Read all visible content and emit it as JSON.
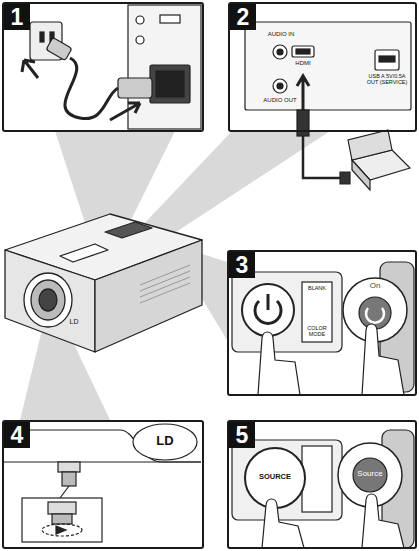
{
  "diagram": {
    "nodes": [
      {
        "text": [
          "1"
        ]
      },
      {
        "text": [
          "2"
        ]
      },
      {
        "text": [
          "3"
        ]
      },
      {
        "text": [
          "4"
        ]
      },
      {
        "text": [
          "5"
        ]
      }
    ],
    "labels": [
      "AUDIO IN",
      "HDMI",
      "AUDIO OUT",
      "USB A 5V/0.5A OUT (SERVICE)",
      "BLANK",
      "COLOR MODE",
      "On",
      "LD",
      "LD",
      "SOURCE",
      "Source"
    ]
  }
}
